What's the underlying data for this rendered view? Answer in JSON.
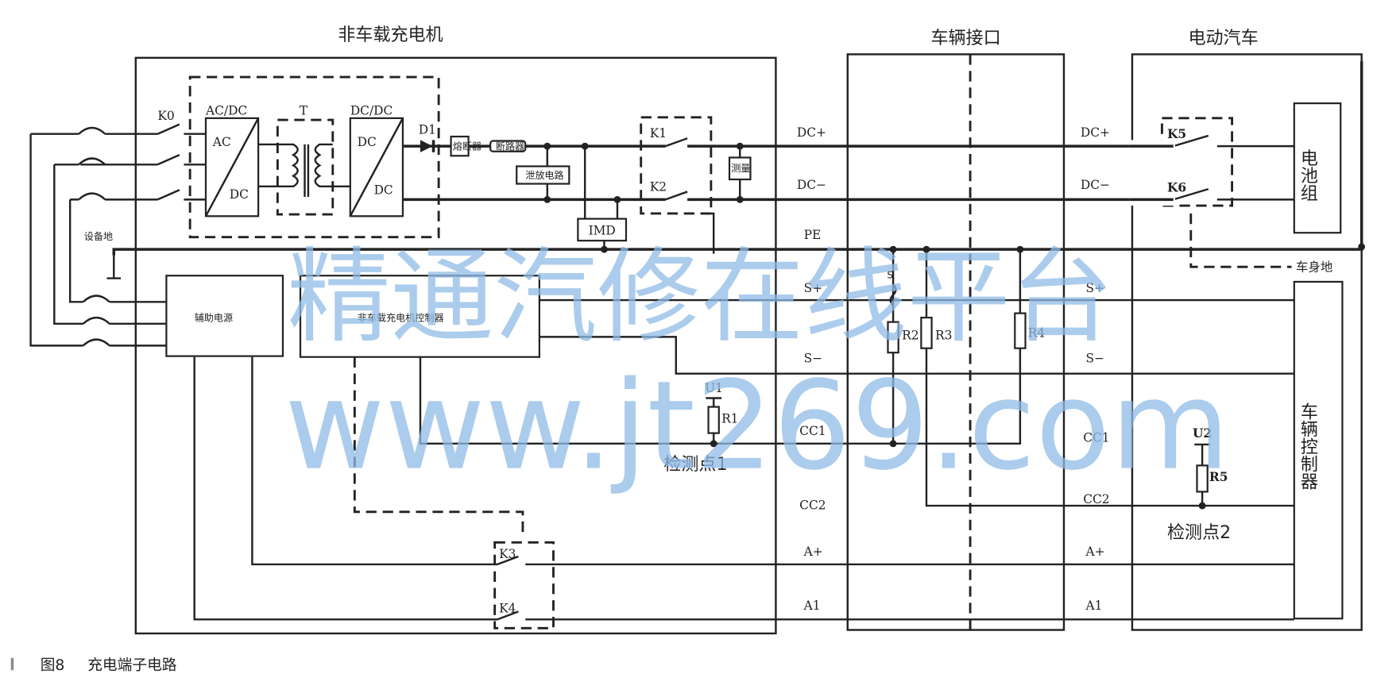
{
  "sections": {
    "charger": "非车载充电机",
    "interface": "车辆接口",
    "vehicle": "电动汽车"
  },
  "charger": {
    "k0": "K0",
    "acdc": "AC/DC",
    "ac": "AC",
    "dc": "DC",
    "t": "T",
    "dcdc": "DC/DC",
    "dc_in": "DC",
    "dc_out": "DC",
    "d1": "D1",
    "k1": "K1",
    "k2": "K2",
    "imd": "IMD",
    "fuse": "熔断器",
    "breaker": "断路器",
    "bleed": "泄放电路",
    "meter": "测量",
    "equip_ground": "设备地",
    "aux_power": "辅助电源",
    "controller": "非车载充电机控制器",
    "k3": "K3",
    "k4": "K4",
    "u1": "U1",
    "r1": "R1",
    "detect1": "检测点1"
  },
  "terminals": {
    "dcp": "DC+",
    "dcn": "DC−",
    "pe": "PE",
    "sp": "S+",
    "sn": "S−",
    "cc1": "CC1",
    "cc2": "CC2",
    "ap": "A+",
    "a1": "A1"
  },
  "interface": {
    "s": "S",
    "r2": "R2",
    "r3": "R3",
    "r4": "R4"
  },
  "vehicle": {
    "k5": "K5",
    "k6": "K6",
    "battery": "电池组",
    "body_ground": "车身地",
    "u2": "U2",
    "r5": "R5",
    "detect2": "检测点2",
    "controller": "车辆控制器"
  },
  "caption": {
    "figure": "图8",
    "title": "充电端子电路"
  },
  "watermark": {
    "line1": "精通汽修在线平台",
    "line2": "www.jt269.com"
  }
}
